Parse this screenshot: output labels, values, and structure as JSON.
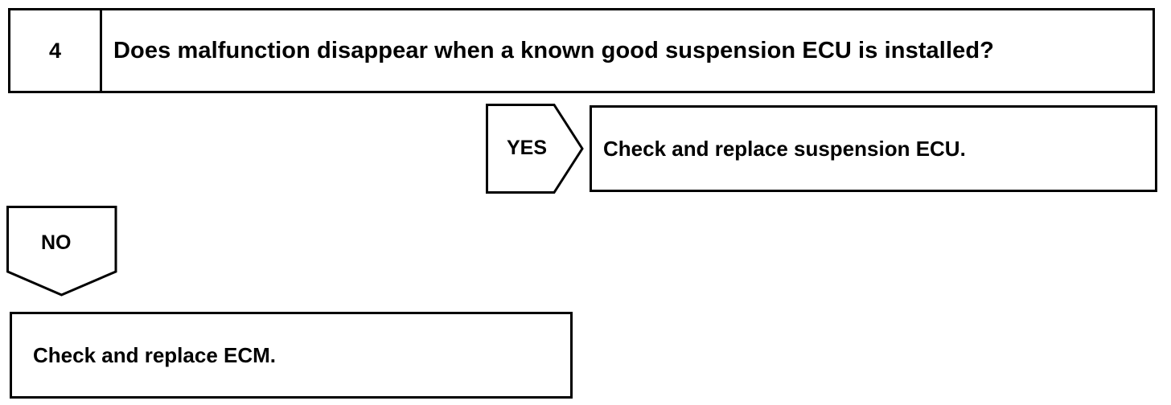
{
  "step": {
    "number": "4",
    "question": "Does malfunction disappear when a known good suspension ECU is installed?"
  },
  "yes_branch": {
    "label": "YES",
    "result": "Check and replace suspension ECU."
  },
  "no_branch": {
    "label": "NO",
    "result": "Check and replace ECM."
  },
  "colors": {
    "line": "#000000",
    "background": "#ffffff"
  }
}
